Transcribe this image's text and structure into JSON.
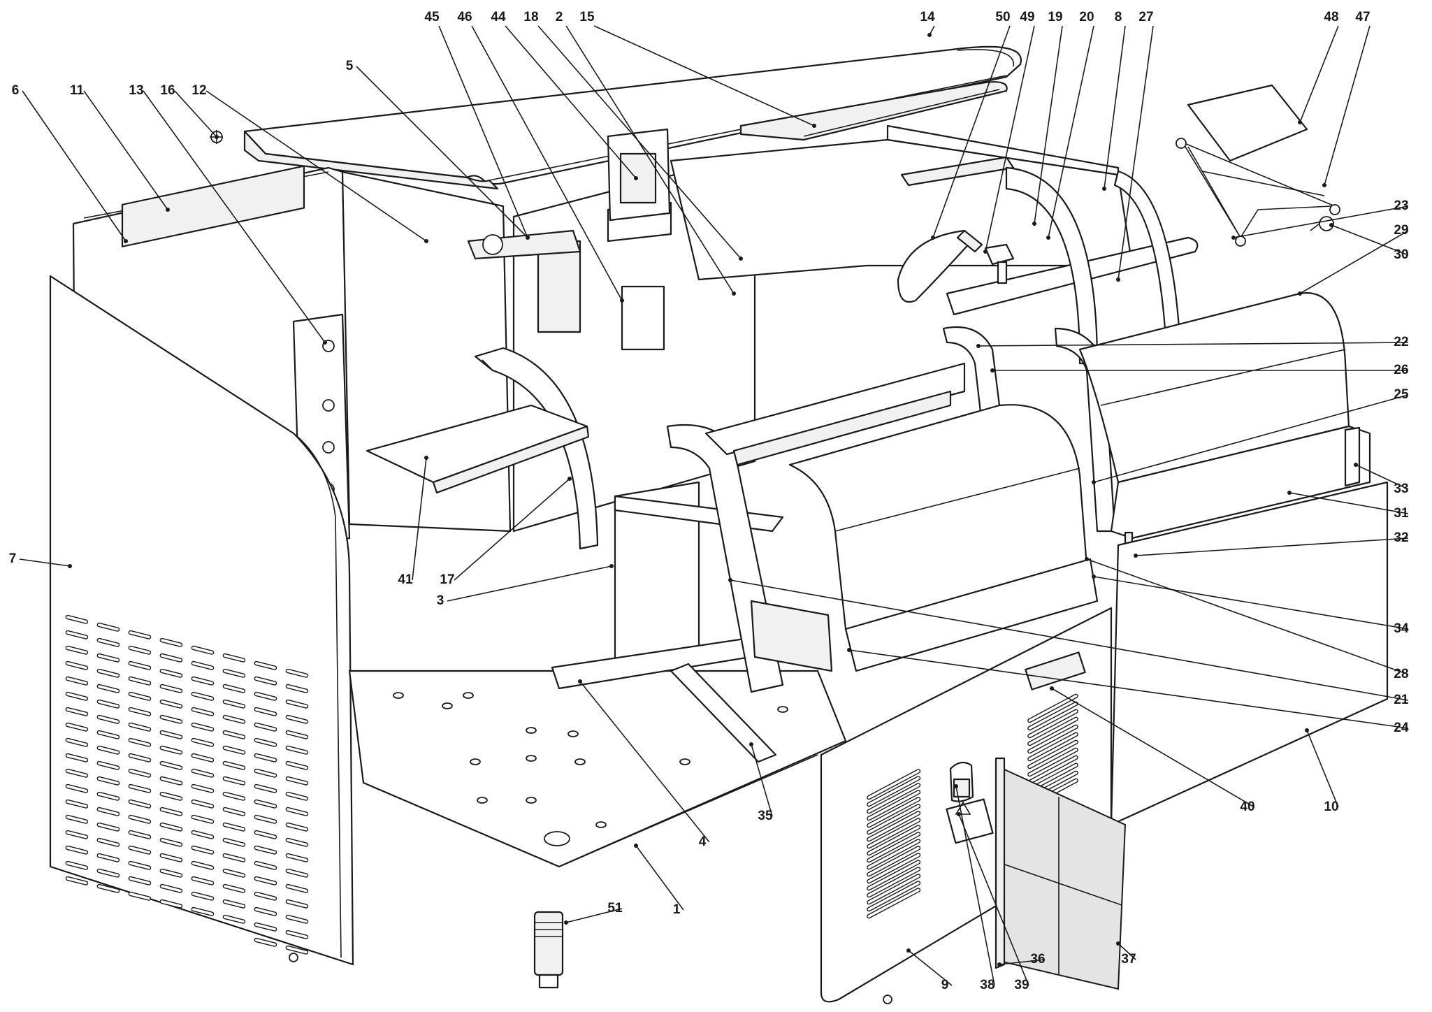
{
  "diagram": {
    "callouts": [
      {
        "id": "c1",
        "label": "1"
      },
      {
        "id": "c2",
        "label": "2"
      },
      {
        "id": "c3",
        "label": "3"
      },
      {
        "id": "c4",
        "label": "4"
      },
      {
        "id": "c5",
        "label": "5"
      },
      {
        "id": "c6",
        "label": "6"
      },
      {
        "id": "c7",
        "label": "7"
      },
      {
        "id": "c8",
        "label": "8"
      },
      {
        "id": "c9",
        "label": "9"
      },
      {
        "id": "c10",
        "label": "10"
      },
      {
        "id": "c11",
        "label": "11"
      },
      {
        "id": "c12",
        "label": "12"
      },
      {
        "id": "c13",
        "label": "13"
      },
      {
        "id": "c14",
        "label": "14"
      },
      {
        "id": "c15",
        "label": "15"
      },
      {
        "id": "c16",
        "label": "16"
      },
      {
        "id": "c17",
        "label": "17"
      },
      {
        "id": "c18",
        "label": "18"
      },
      {
        "id": "c19",
        "label": "19"
      },
      {
        "id": "c20",
        "label": "20"
      },
      {
        "id": "c21",
        "label": "21"
      },
      {
        "id": "c22",
        "label": "22"
      },
      {
        "id": "c23",
        "label": "23"
      },
      {
        "id": "c24",
        "label": "24"
      },
      {
        "id": "c25",
        "label": "25"
      },
      {
        "id": "c26",
        "label": "26"
      },
      {
        "id": "c27",
        "label": "27"
      },
      {
        "id": "c28",
        "label": "28"
      },
      {
        "id": "c29",
        "label": "29"
      },
      {
        "id": "c30",
        "label": "30"
      },
      {
        "id": "c31",
        "label": "31"
      },
      {
        "id": "c32",
        "label": "32"
      },
      {
        "id": "c33",
        "label": "33"
      },
      {
        "id": "c34",
        "label": "34"
      },
      {
        "id": "c35",
        "label": "35"
      },
      {
        "id": "c36",
        "label": "36"
      },
      {
        "id": "c37",
        "label": "37"
      },
      {
        "id": "c38",
        "label": "38"
      },
      {
        "id": "c39",
        "label": "39"
      },
      {
        "id": "c40",
        "label": "40"
      },
      {
        "id": "c41",
        "label": "41"
      },
      {
        "id": "c44",
        "label": "44"
      },
      {
        "id": "c45",
        "label": "45"
      },
      {
        "id": "c46",
        "label": "46"
      },
      {
        "id": "c47",
        "label": "47"
      },
      {
        "id": "c48",
        "label": "48"
      },
      {
        "id": "c49",
        "label": "49"
      },
      {
        "id": "c50",
        "label": "50"
      },
      {
        "id": "c51",
        "label": "51"
      }
    ]
  }
}
